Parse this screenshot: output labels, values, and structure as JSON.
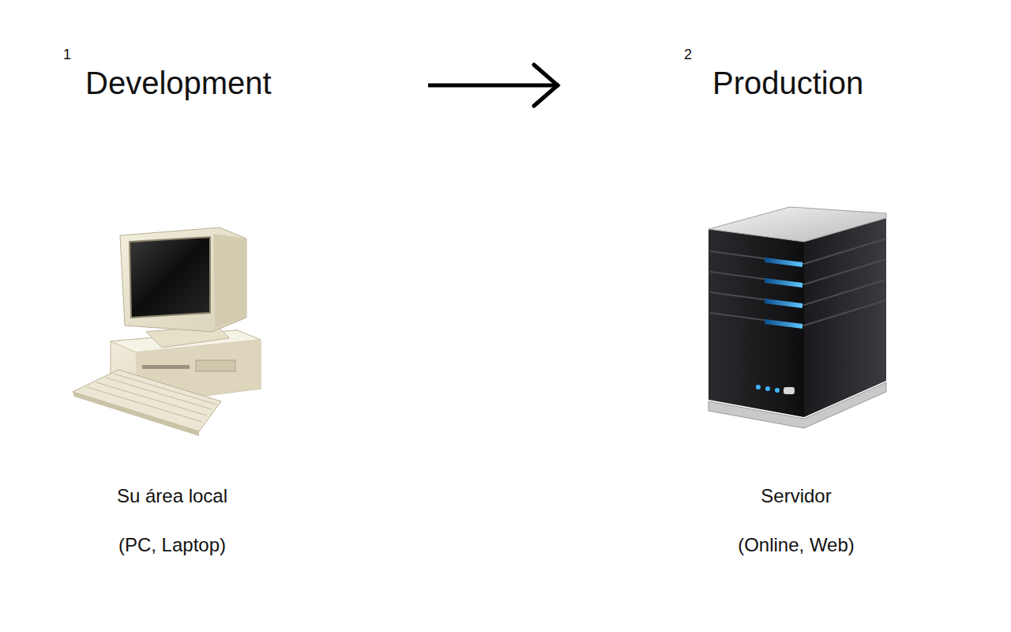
{
  "diagram": {
    "nodes": [
      {
        "text": [
          "Development",
          "Su área local",
          "(PC, Laptop)"
        ]
      },
      {
        "text": [
          "Production",
          "Servidor",
          "(Online, Web)"
        ]
      }
    ],
    "edges": [
      {
        "from": 0,
        "to": 1,
        "arrow": "to"
      }
    ],
    "labels": [
      "1",
      "2"
    ]
  }
}
